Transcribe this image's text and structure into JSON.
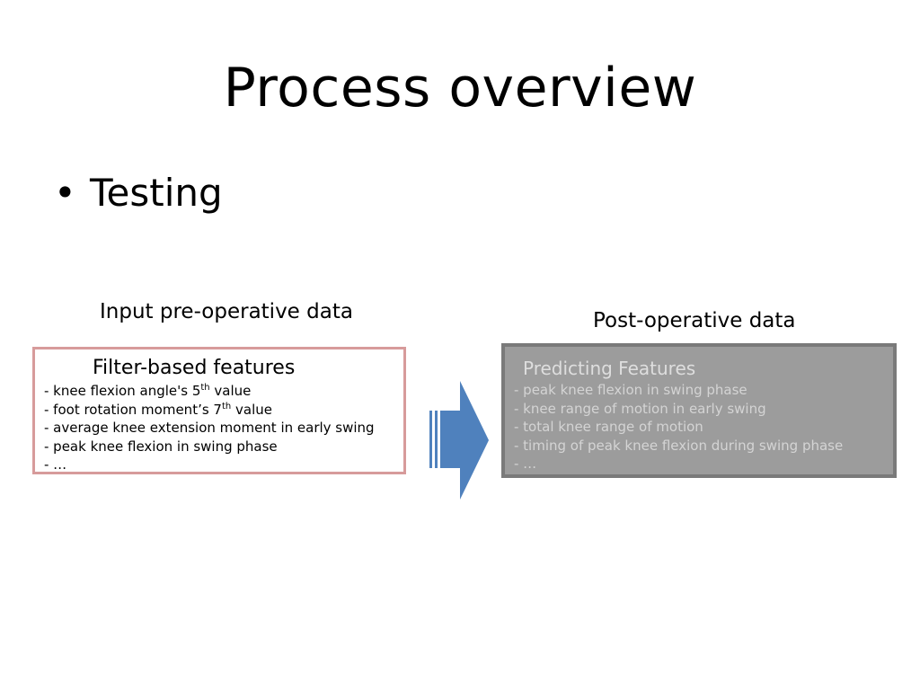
{
  "slide": {
    "title": "Process overview",
    "bullet": "Testing"
  },
  "input": {
    "caption": "Input pre-operative data",
    "box_title": "Filter-based features",
    "items": [
      {
        "prefix": "- knee flexion angle's 5",
        "sup": "th",
        "suffix": " value"
      },
      {
        "prefix": "- foot rotation moment’s 7",
        "sup": "th",
        "suffix": " value"
      },
      {
        "prefix": "- average knee extension moment in early swing",
        "sup": "",
        "suffix": ""
      },
      {
        "prefix": "- peak knee flexion in swing phase",
        "sup": "",
        "suffix": ""
      },
      {
        "prefix": "- …",
        "sup": "",
        "suffix": ""
      }
    ]
  },
  "output": {
    "caption": "Post-operative data",
    "box_title": "Predicting Features",
    "items": [
      "- peak knee flexion in swing phase",
      "- knee range of motion in early swing",
      "- total knee range of motion",
      "- timing of peak knee flexion during swing phase",
      "- …"
    ]
  },
  "colors": {
    "left_border": "#d79b9b",
    "right_fill": "#9c9c9c",
    "right_border": "#7a7a7a",
    "arrow": "#4f81bd"
  },
  "icons": {
    "arrow": "striped-right-arrow-icon"
  }
}
